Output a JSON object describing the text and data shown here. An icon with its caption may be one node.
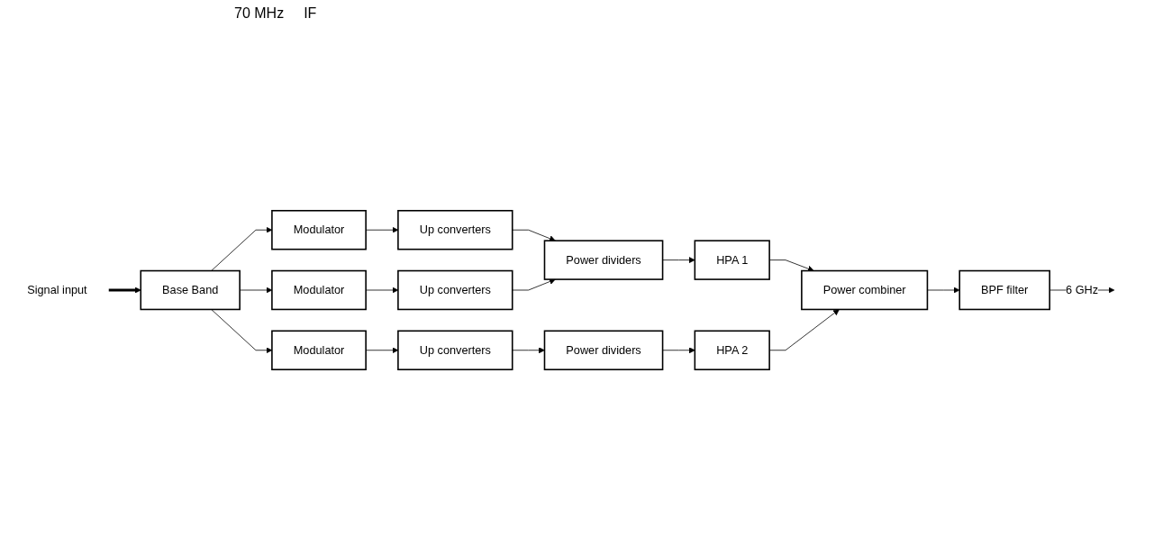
{
  "diagram": {
    "nodes": [
      {
        "text": [
          "Signal input"
        ]
      },
      {
        "text": [
          "Base Band"
        ]
      },
      {
        "text": [
          "Modulator"
        ]
      },
      {
        "text": [
          "Up converters"
        ]
      },
      {
        "text": [
          "Power dividers"
        ]
      },
      {
        "text": [
          "HPA 1"
        ]
      },
      {
        "text": [
          "Modulator"
        ]
      },
      {
        "text": [
          "Up converters"
        ]
      },
      {
        "text": [
          "Modulator"
        ]
      },
      {
        "text": [
          "Up converters"
        ]
      },
      {
        "text": [
          "Power dividers"
        ]
      },
      {
        "text": [
          "HPA 2"
        ]
      },
      {
        "text": [
          "Power combiner"
        ]
      },
      {
        "text": [
          "BPF filter"
        ]
      }
    ],
    "edges": [
      {
        "from": 0,
        "to": 1,
        "arrow": "to",
        "style": "thick"
      },
      {
        "from": 1,
        "to": 2,
        "arrow": "to"
      },
      {
        "from": 1,
        "to": 6,
        "arrow": "to"
      },
      {
        "from": 1,
        "to": 8,
        "arrow": "to"
      },
      {
        "from": 2,
        "to": 3,
        "arrow": "to"
      },
      {
        "from": 3,
        "to": 4,
        "arrow": "to"
      },
      {
        "from": 4,
        "to": 5,
        "arrow": "to"
      },
      {
        "from": 6,
        "to": 7,
        "arrow": "to"
      },
      {
        "from": 7,
        "to": 4,
        "arrow": "to"
      },
      {
        "from": 8,
        "to": 9,
        "arrow": "to"
      },
      {
        "from": 9,
        "to": 10,
        "arrow": "to"
      },
      {
        "from": 10,
        "to": 11,
        "arrow": "to"
      },
      {
        "from": 5,
        "to": 12,
        "arrow": "to"
      },
      {
        "from": 11,
        "to": 12,
        "arrow": "to"
      },
      {
        "from": 12,
        "to": 13,
        "arrow": "to"
      },
      {
        "from": 13,
        "to": null,
        "arrow": "to",
        "label": "6 GHz"
      }
    ],
    "labels": [
      "70 MHz",
      "IF"
    ]
  }
}
